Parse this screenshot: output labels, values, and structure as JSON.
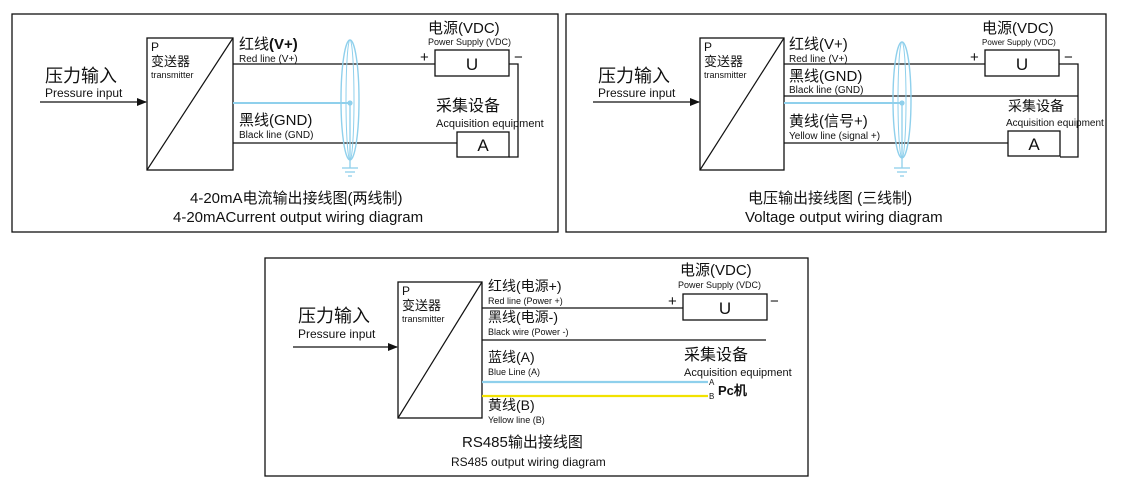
{
  "colors": {
    "line": "#111111",
    "shield": "#8fd0ec",
    "blue_line": "#8fd0ec",
    "yellow_line": "#f2e200"
  },
  "common": {
    "pressure_cn": "压力输入",
    "pressure_en": "Pressure input",
    "p_label": "P",
    "transmitter_cn": "变送器",
    "transmitter_en": "transmitter",
    "power_cn": "电源(VDC)",
    "power_en": "Power Supply (VDC)",
    "acq_cn": "采集设备",
    "acq_en": "Acquisition equipment",
    "u_label": "U",
    "a_label": "A",
    "plus": "+",
    "minus": "−"
  },
  "diagram1": {
    "red_cn": "红线",
    "red_vplus": "(V+)",
    "red_en": "Red line (V+)",
    "black_cn": "黑线(GND)",
    "black_en": "Black line (GND)",
    "caption_cn": "4-20mA电流输出接线图(两线制)",
    "caption_en": "4-20mACurrent output wiring diagram"
  },
  "diagram2": {
    "red_cn": "红线(V+)",
    "red_en": "Red line (V+)",
    "black_cn": "黑线(GND)",
    "black_en": "Black line (GND)",
    "yellow_cn": "黄线(信号+)",
    "yellow_en": "Yellow line (signal +)",
    "caption_cn": "电压输出接线图 (三线制)",
    "caption_en": "Voltage output wiring diagram"
  },
  "diagram3": {
    "red_cn": "红线(电源+)",
    "red_en": "Red line (Power +)",
    "black_cn": "黑线(电源-)",
    "black_en": "Black wire (Power -)",
    "blue_cn": "蓝线(A)",
    "blue_en": "Blue Line (A)",
    "yellow_cn": "黄线(B)",
    "yellow_en": "Yellow line (B)",
    "a_term": "A",
    "b_term": "B",
    "pc": "Pc机",
    "caption_cn": "RS485输出接线图",
    "caption_en": "RS485 output wiring diagram"
  }
}
